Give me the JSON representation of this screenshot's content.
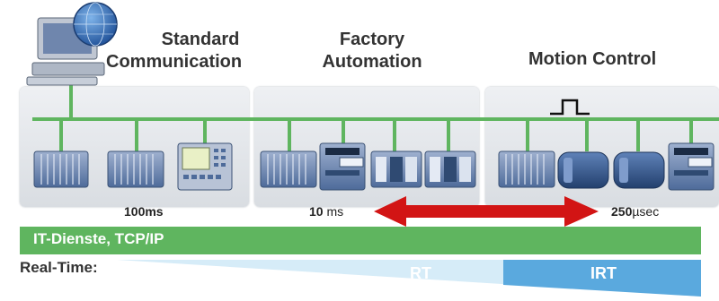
{
  "headings": {
    "standard": [
      "Standard",
      "Communication"
    ],
    "factory": [
      "Factory",
      "Automation"
    ],
    "motion": "Motion Control"
  },
  "timings": {
    "standard": "100ms",
    "factory_value": "10",
    "factory_unit": "ms",
    "motion_value": "250",
    "motion_unit": "µsec"
  },
  "bars": {
    "services": "IT-Dienste, TCP/IP",
    "realtime_label": "Real-Time:",
    "rt": "RT",
    "irt": "IRT"
  },
  "colors": {
    "bus": "#5fb55f",
    "arrow": "#d21414",
    "rt_light": "#d6ecf8",
    "rt_dark": "#5aa9de",
    "device_blue": "#4e6b9a"
  },
  "icons": {
    "computer": "desktop-computer-icon",
    "globe": "globe-icon",
    "pulse": "clock-pulse-icon",
    "arrow": "double-arrow-icon"
  }
}
